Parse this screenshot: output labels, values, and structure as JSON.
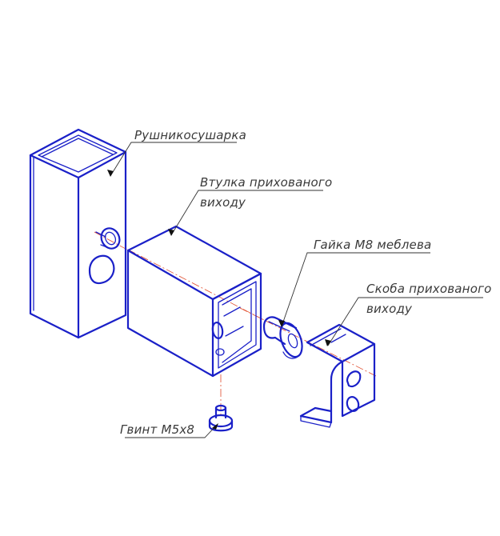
{
  "labels": {
    "towel_dryer": "Рушникосушарка",
    "bushing_line1": "Втулка прихованого",
    "bushing_line2": "виходу",
    "nut": "Гайка М8 меблева",
    "bracket_line1": "Скоба прихованого",
    "bracket_line2": "виходу",
    "screw": "Гвинт М5х8"
  },
  "colors": {
    "outline": "#1a20c8",
    "axis": "#e04a2a",
    "leader": "#333333",
    "text": "#3a3a3a"
  }
}
